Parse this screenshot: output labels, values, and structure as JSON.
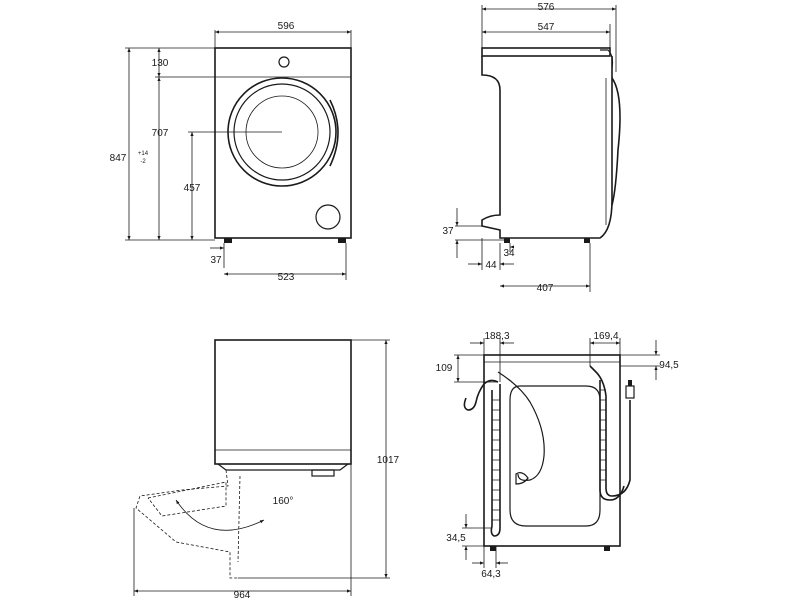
{
  "front_view": {
    "width": "596",
    "height": "847",
    "height_tol_plus": "+14",
    "height_tol_minus": "-2",
    "top_to_door_top": "130",
    "door_center_height": "707",
    "door_bottom_height": "457",
    "foot_offset": "37",
    "foot_span": "523"
  },
  "side_view": {
    "overall_depth": "576",
    "body_depth": "547",
    "foot_height": "37",
    "foot_inset": "34",
    "front_foot_offset": "44",
    "foot_span": "407"
  },
  "door_open_view": {
    "overall_height": "1017",
    "open_depth": "964",
    "open_angle": "160°"
  },
  "rear_view": {
    "left_hose_offset": "188,3",
    "right_hose_offset": "169,4",
    "left_hose_top": "109",
    "right_hose_top": "94,5",
    "bottom_height": "34,5",
    "bottom_offset": "64,3"
  }
}
